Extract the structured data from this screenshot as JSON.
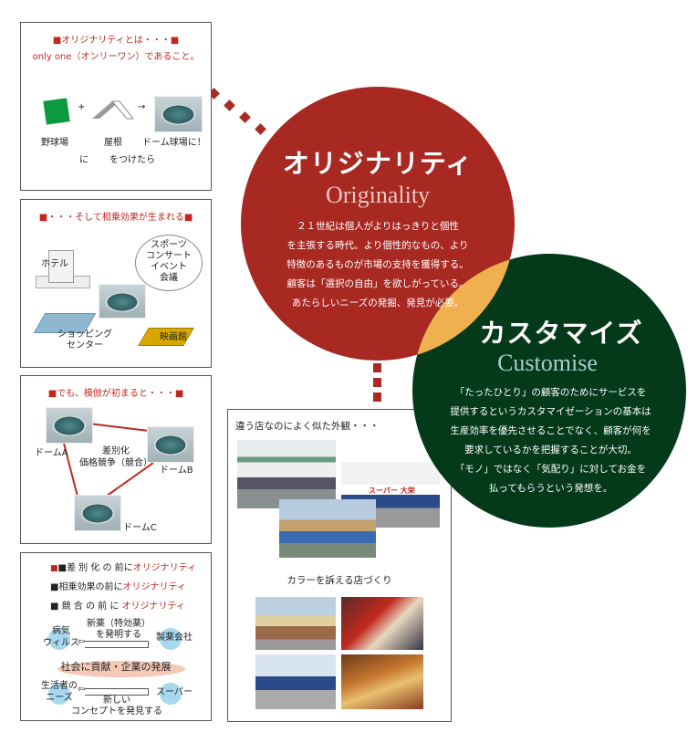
{
  "panel1": {
    "title": "■オリジナリティとは・・・■",
    "subtitle": "only one（オンリーワン）であること。",
    "plus": "+",
    "arrow": "→",
    "label_field": "野球場",
    "label_roof": "屋根",
    "label_dome": "ドーム球場に！",
    "label_ni": "に",
    "label_tsuketara": "をつけたら"
  },
  "panel2": {
    "title": "■・・・そして相乗効果が生まれる■",
    "hotel": "ホテル",
    "bubble": [
      "スポーツ",
      "コンサート",
      "イベント",
      "会議"
    ],
    "shopping": [
      "ショッピング",
      "センター"
    ],
    "cinema": "映画館"
  },
  "panel3": {
    "title": "■でも、模倣が初まると・・・■",
    "domeA": "ドームA",
    "domeB": "ドームB",
    "domeC": "ドームC",
    "center": [
      "差別化",
      "価格競争（競合）"
    ]
  },
  "panel4": {
    "lines": [
      {
        "prefix": "■差 別 化 の 前に",
        "accent": "オリジナリティ"
      },
      {
        "prefix": "■相乗効果の前に",
        "accent": "オリジナリティ"
      },
      {
        "prefix": "■ 競  合  の 前 に ",
        "accent": "オリジナリティ"
      }
    ],
    "disease": [
      "病気",
      "ウィルス"
    ],
    "newdrug": [
      "新薬（特効薬）",
      "を発明する"
    ],
    "pharma": "製薬会社",
    "banner": "社会に貢献・企業の発展",
    "needs": [
      "生活者の",
      "ニーズ"
    ],
    "super": "スーパー",
    "concept": [
      "新しい",
      "コンセプトを発見する"
    ]
  },
  "originality": {
    "title": "オリジナリティ",
    "subtitle": "Originality",
    "body": [
      "２１世紀は個人がよりはっきりと個性",
      "を主張する時代。より個性的なもの、より",
      "特徴のあるものが市場の支持を獲得する。",
      "顧客は「選択の自由」を欲しがっている。",
      "あたらしいニーズの発掘、発見が必要。"
    ]
  },
  "customise": {
    "title": "カスタマイズ",
    "subtitle": "Customise",
    "body": [
      "「たったひとり」の顧客のためにサービスを",
      "提供するというカスタマイゼーションの基本は",
      "生産効率を優先させることでなく、顧客が何を",
      "要求しているかを把握することが大切。",
      "「モノ」ではなく「気配り」に対してお金を",
      "払ってもらうという発想を。"
    ]
  },
  "stores": {
    "caption1": "違う店なのによく似た外観・・・",
    "caption2": "カラーを訴える店づくり",
    "store_sign": "スーパー 大栄"
  },
  "colors": {
    "red": "#a82822",
    "green": "#043a1a",
    "overlap": "#f0b050"
  }
}
